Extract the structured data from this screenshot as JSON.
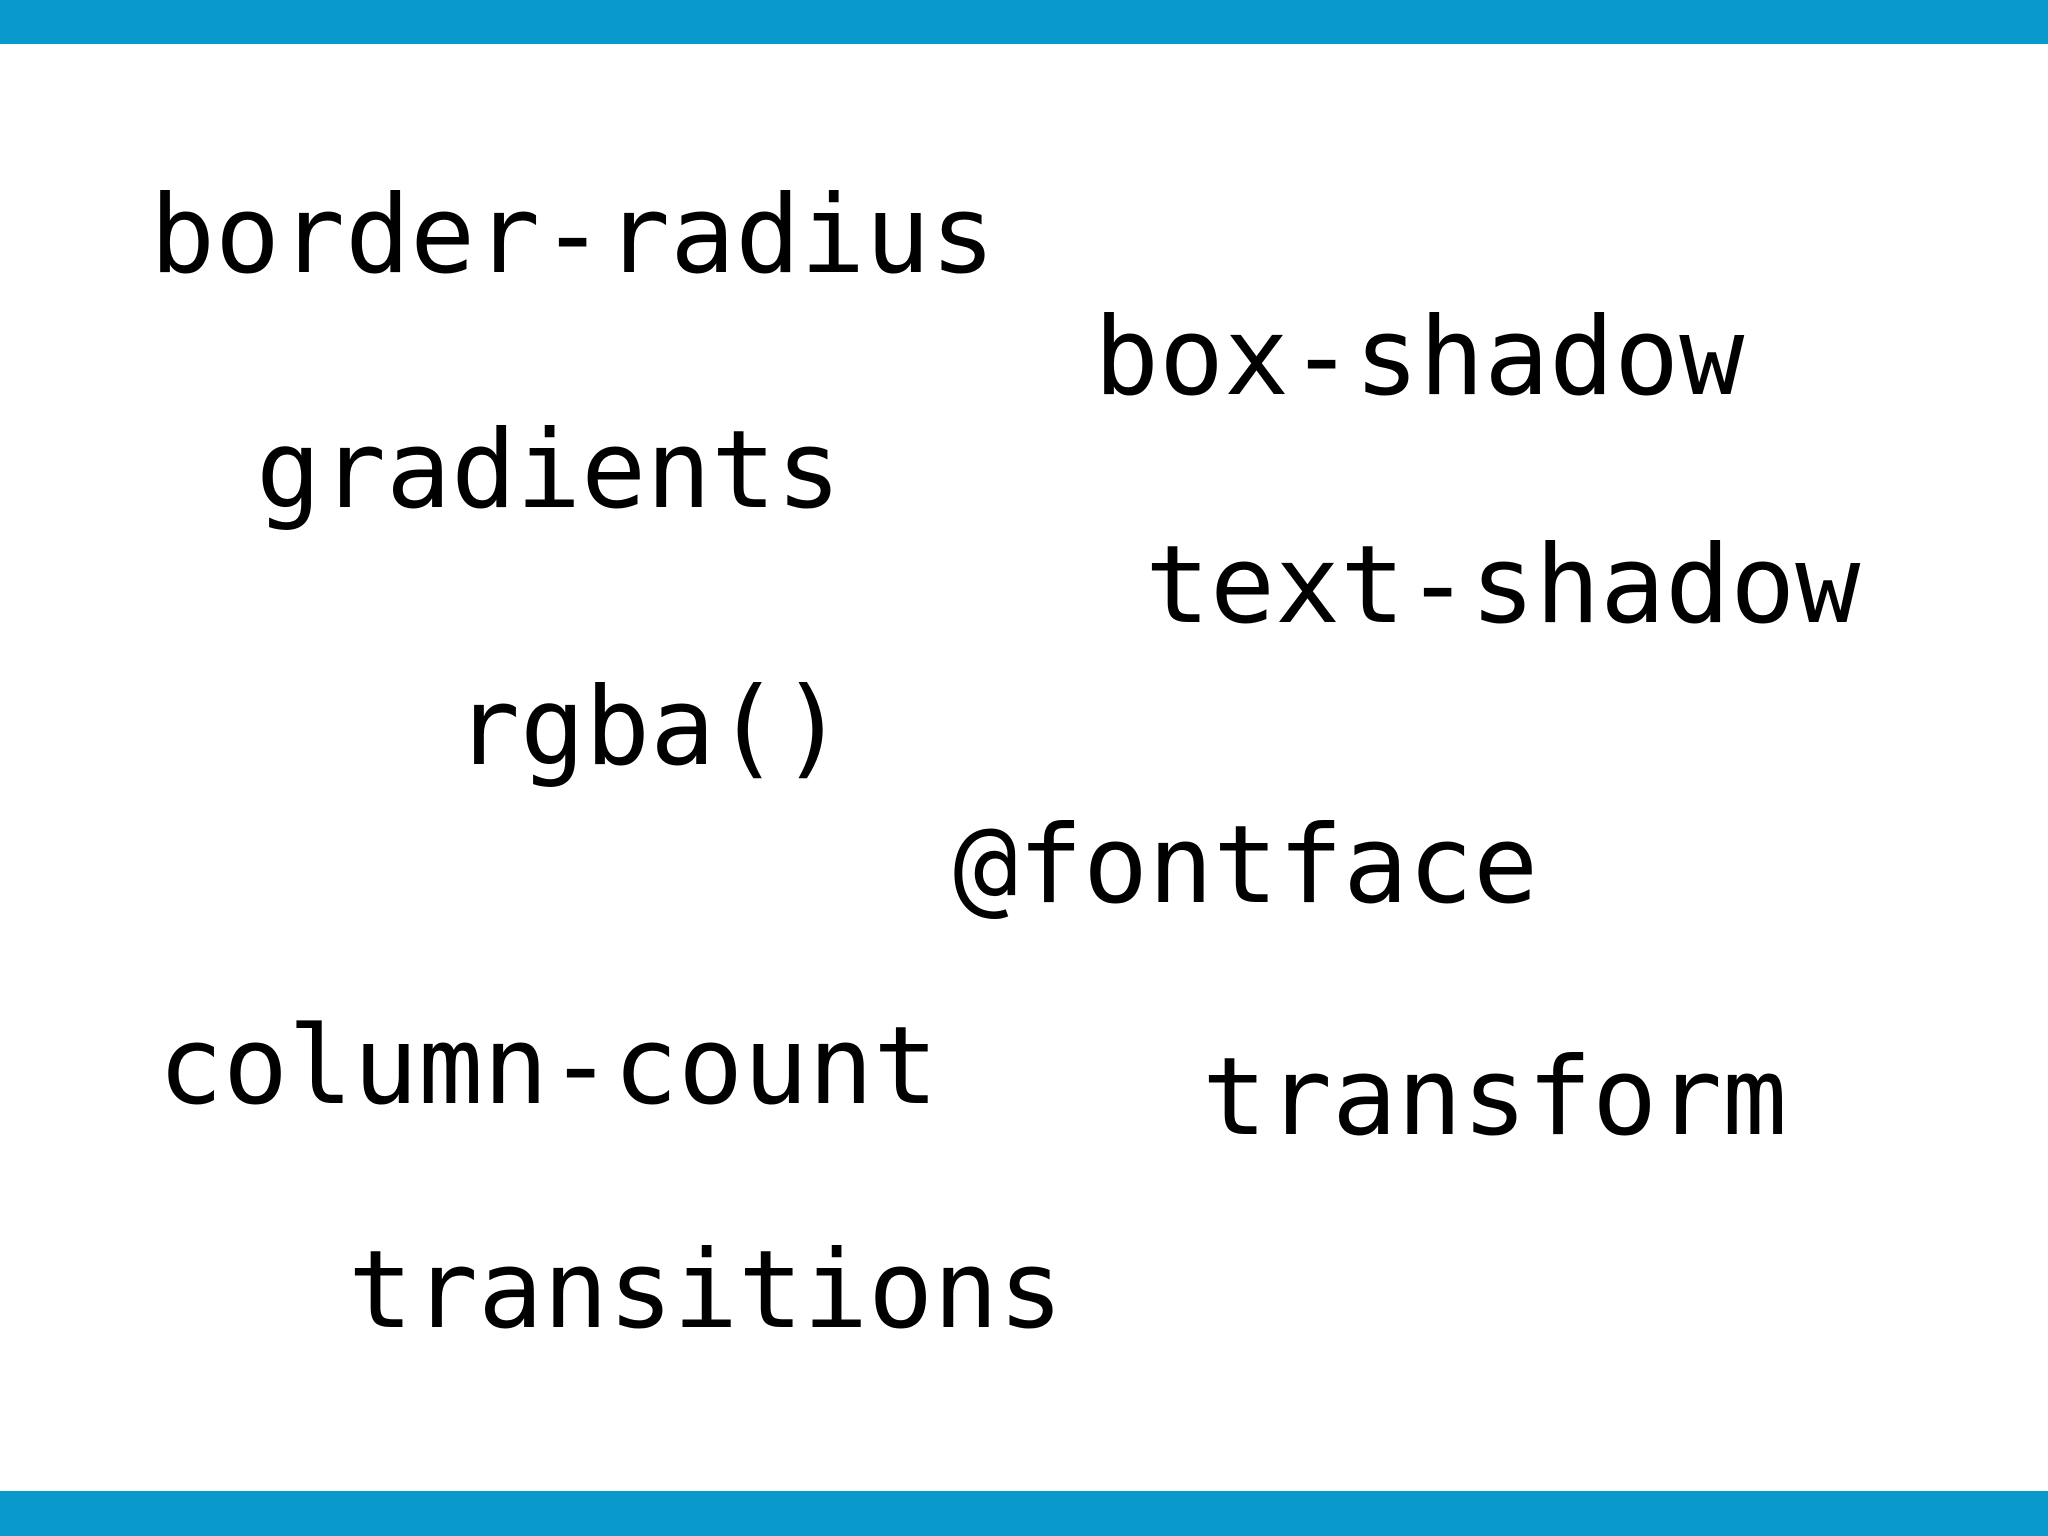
{
  "slide": {
    "background_color": "#ffffff",
    "accent_color": "#0999ca",
    "text_color": "#000000",
    "keywords": [
      {
        "label": "border-radius"
      },
      {
        "label": "box-shadow"
      },
      {
        "label": "gradients"
      },
      {
        "label": "text-shadow"
      },
      {
        "label": "rgba()"
      },
      {
        "label": "@fontface"
      },
      {
        "label": "column-count"
      },
      {
        "label": "transform"
      },
      {
        "label": "transitions"
      }
    ]
  }
}
